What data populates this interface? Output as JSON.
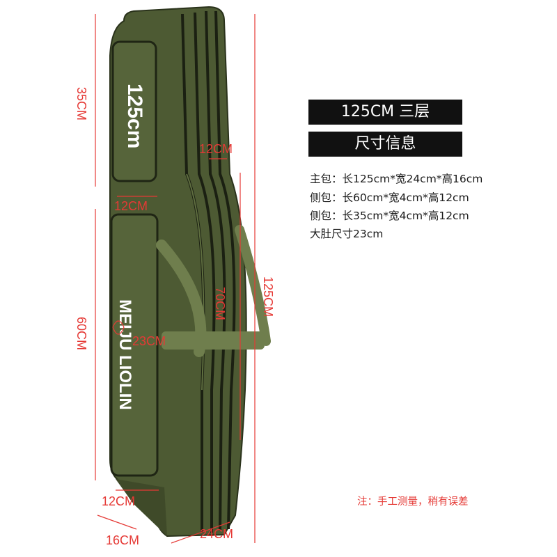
{
  "product": {
    "body_color": "#4d5a33",
    "brand_text": "MEIJU LIOLIN",
    "size_print": "125cm"
  },
  "dimensions": {
    "top_pocket_height": "35CM",
    "top_pocket_width": "12CM",
    "side_gap": "12CM",
    "middle_pocket_height": "60CM",
    "middle_pocket_width": "23CM",
    "compartment_length": "70CM",
    "total_length": "125CM",
    "bottom_pocket_width": "12CM",
    "depth": "16CM",
    "width": "24CM"
  },
  "info": {
    "title": "125CM 三层",
    "subtitle": "尺寸信息",
    "specs": [
      "主包：长125cm*宽24cm*高16cm",
      "侧包：长60cm*宽4cm*高12cm",
      "侧包：长35cm*宽4cm*高12cm",
      "大肚尺寸23cm"
    ],
    "note": "注：手工测量，稍有误差"
  },
  "colors": {
    "dimension_red": "#e53935",
    "title_bg": "#111111"
  }
}
